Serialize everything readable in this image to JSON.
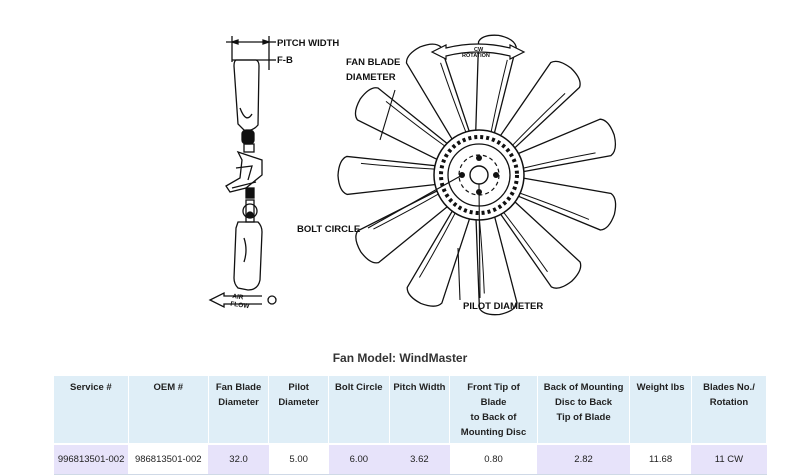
{
  "diagram": {
    "labels": {
      "pitch_width": "PITCH WIDTH",
      "fb": "F-B",
      "fan_blade_diameter_1": "FAN BLADE",
      "fan_blade_diameter_2": "DIAMETER",
      "bolt_circle": "BOLT CIRCLE",
      "pilot_diameter": "PILOT DIAMETER",
      "cw": "CW",
      "rotation": "ROTATION",
      "air": "AIR",
      "flow": "FLOW"
    },
    "blade_count": 11
  },
  "model_title": "Fan Model: WindMaster",
  "table": {
    "headers": [
      [
        "Service #"
      ],
      [
        "OEM #"
      ],
      [
        "Fan Blade",
        "Diameter"
      ],
      [
        "Pilot",
        "Diameter"
      ],
      [
        "Bolt Circle"
      ],
      [
        "Pitch Width"
      ],
      [
        "Front Tip of Blade",
        "to Back of",
        "Mounting Disc"
      ],
      [
        "Back of Mounting",
        "Disc to Back",
        "Tip of Blade"
      ],
      [
        "Weight lbs"
      ],
      [
        "Blades No./",
        "Rotation"
      ]
    ],
    "row": [
      "996813501-002",
      "986813501-002",
      "32.0",
      "5.00",
      "6.00",
      "3.62",
      "0.80",
      "2.82",
      "11.68",
      "11 CW"
    ]
  },
  "colors": {
    "header_bg": "#dfeef7",
    "alt_cell_bg": "#e7e3fa"
  }
}
